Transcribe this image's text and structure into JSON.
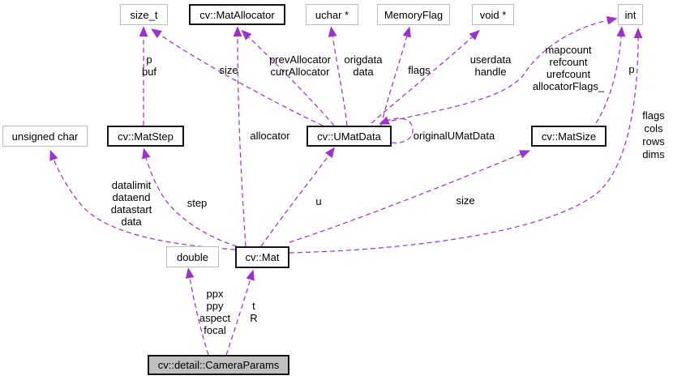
{
  "diagram": {
    "type": "doxygen-collaboration-graph",
    "colors": {
      "edge": "#9a32cd",
      "class_node_border": "#151515",
      "extern_node_border": "#bebebe",
      "current_node_fill": "#bfbfbf",
      "background": "#ffffff"
    },
    "nodes": {
      "size_t": {
        "label": "size_t"
      },
      "mat_allocator": {
        "label": "cv::MatAllocator"
      },
      "uchar_ptr": {
        "label": "uchar *"
      },
      "memory_flag": {
        "label": "MemoryFlag"
      },
      "void_ptr": {
        "label": "void *"
      },
      "int": {
        "label": "int"
      },
      "unsigned_char": {
        "label": "unsigned char"
      },
      "mat_step": {
        "label": "cv::MatStep"
      },
      "umat_data": {
        "label": "cv::UMatData"
      },
      "mat_size": {
        "label": "cv::MatSize"
      },
      "double": {
        "label": "double"
      },
      "mat": {
        "label": "cv::Mat"
      },
      "camera_params": {
        "label": "cv::detail::CameraParams"
      }
    },
    "edge_labels": {
      "p_buf": "p\nbuf",
      "size_top": "size",
      "prev_curr_allocator": "prevAllocator\ncurrAllocator",
      "origdata_data": "origdata\ndata",
      "flags_top": "flags",
      "userdata_handle": "userdata\nhandle",
      "mapcount_block": "mapcount\nrefcount\nurefcount\nallocatorFlags_",
      "p_right": "p",
      "flags_cols_rows_dims": "flags\ncols\nrows\ndims",
      "allocator": "allocator",
      "original_umatdata": "originalUMatData",
      "datalimit_block": "datalimit\ndataend\ndatastart\ndata",
      "step": "step",
      "u": "u",
      "size_lower": "size",
      "ppx_block": "ppx\nppy\naspect\nfocal",
      "t_r": "t\nR"
    }
  }
}
